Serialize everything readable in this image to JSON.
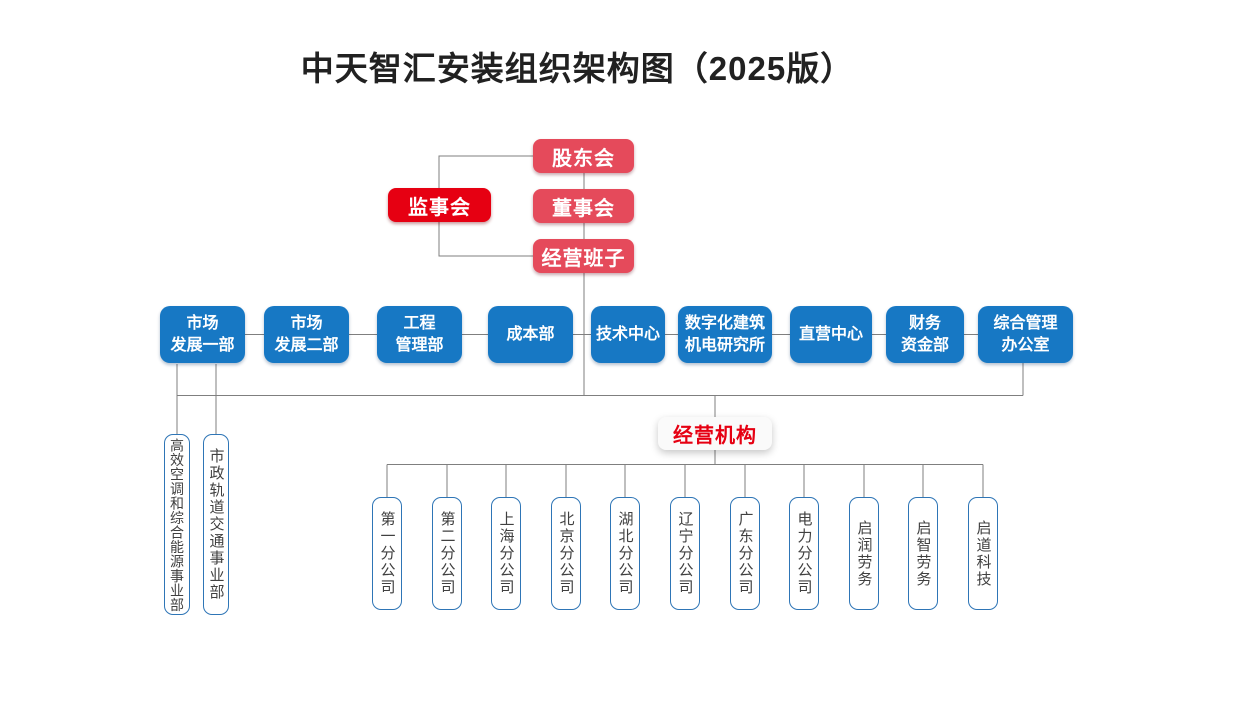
{
  "title": "中天智汇安装组织架构图（2025版）",
  "colors": {
    "rose_red": "#E54A5B",
    "bright_red": "#E60012",
    "department_blue": "#1778C4",
    "outline_blue": "#2E75B6",
    "connector_gray": "#7F7F7F",
    "title_text": "#212121",
    "vertical_box_text": "#404040"
  },
  "governance": {
    "shareholders": "股东会",
    "supervisory_board": "监事会",
    "board_of_directors": "董事会",
    "management_team": "经营班子"
  },
  "departments": [
    {
      "label": "市场\n发展一部"
    },
    {
      "label": "市场\n发展二部"
    },
    {
      "label": "工程\n管理部"
    },
    {
      "label": "成本部"
    },
    {
      "label": "技术中心"
    },
    {
      "label": "数字化建筑\n机电研究所"
    },
    {
      "label": "直营中心"
    },
    {
      "label": "财务\n资金部"
    },
    {
      "label": "综合管理\n办公室"
    }
  ],
  "business_units": [
    {
      "label": "高效空调和综合能源事业部"
    },
    {
      "label": "市政轨道交通事业部"
    }
  ],
  "operating_section": {
    "label": "经营机构"
  },
  "branches": [
    {
      "label": "第一分公司"
    },
    {
      "label": "第二分公司"
    },
    {
      "label": "上海分公司"
    },
    {
      "label": "北京分公司"
    },
    {
      "label": "湖北分公司"
    },
    {
      "label": "辽宁分公司"
    },
    {
      "label": "广东分公司"
    },
    {
      "label": "电力分公司"
    },
    {
      "label": "启润劳务"
    },
    {
      "label": "启智劳务"
    },
    {
      "label": "启道科技"
    }
  ]
}
